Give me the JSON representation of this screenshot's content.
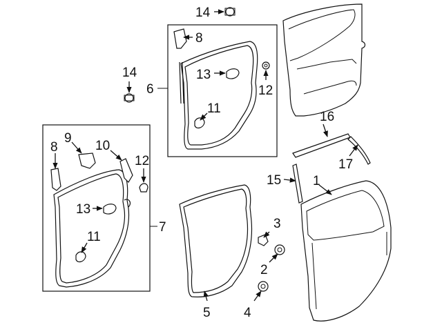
{
  "callouts": {
    "c1": "1",
    "c2": "2",
    "c3": "3",
    "c4": "4",
    "c5": "5",
    "c6": "6",
    "c7": "7",
    "c8_top": "8",
    "c8_left": "8",
    "c9": "9",
    "c10": "10",
    "c11_top": "11",
    "c11_left": "11",
    "c12_top": "12",
    "c12_left": "12",
    "c13_top": "13",
    "c13_left": "13",
    "c14_top": "14",
    "c14_mid": "14",
    "c15": "15",
    "c16": "16",
    "c17": "17"
  }
}
